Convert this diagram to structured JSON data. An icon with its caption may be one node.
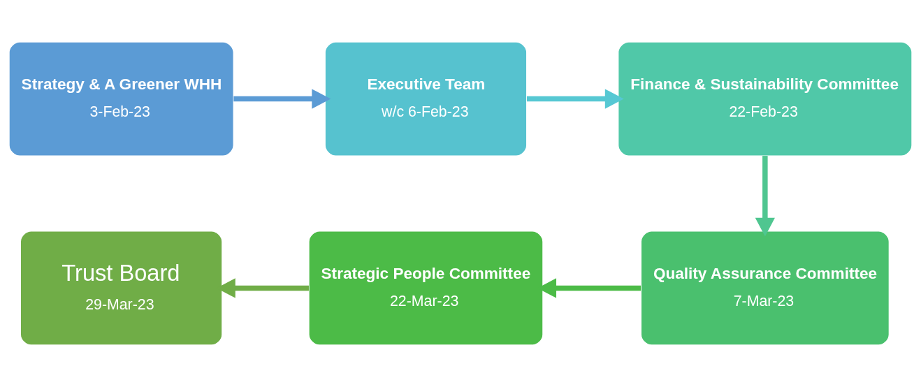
{
  "diagram": {
    "nodes": [
      {
        "text": [
          "Strategy & A Greener WHH",
          "3-Feb-23"
        ]
      },
      {
        "text": [
          "Executive Team",
          "w/c 6-Feb-23"
        ]
      },
      {
        "text": [
          "Finance & Sustainability Committee",
          "22-Feb-23"
        ]
      },
      {
        "text": [
          "Trust Board",
          "29-Mar-23"
        ]
      },
      {
        "text": [
          "Strategic People Committee",
          "22-Mar-23"
        ]
      },
      {
        "text": [
          "Quality Assurance Committee",
          "7-Mar-23"
        ]
      }
    ],
    "edges": [
      {
        "from": 0,
        "to": 1,
        "arrow": "to",
        "color": "#5b9bd5"
      },
      {
        "from": 1,
        "to": 2,
        "arrow": "to",
        "color": "#56c8d3"
      },
      {
        "from": 2,
        "to": 5,
        "arrow": "to",
        "color": "#4fc690"
      },
      {
        "from": 5,
        "to": 4,
        "arrow": "to",
        "color": "#4cbb47"
      },
      {
        "from": 4,
        "to": 3,
        "arrow": "to",
        "color": "#70ad47"
      }
    ]
  }
}
